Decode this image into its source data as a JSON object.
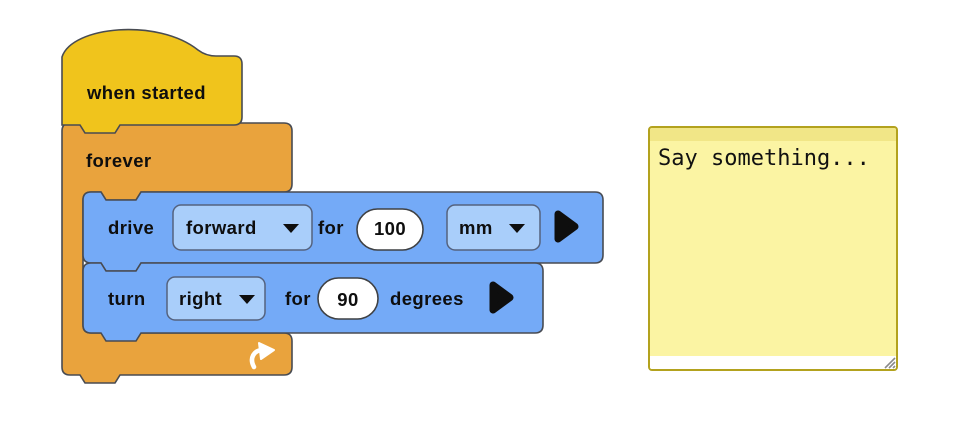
{
  "blocks": {
    "when_started": {
      "label": "when started"
    },
    "forever": {
      "label": "forever"
    },
    "drive": {
      "verb": "drive",
      "direction": "forward",
      "preposition": "for",
      "distance": "100",
      "unit": "mm"
    },
    "turn": {
      "verb": "turn",
      "direction": "right",
      "preposition": "for",
      "angle": "90",
      "unit": "degrees"
    }
  },
  "note": {
    "text": "Say something..."
  },
  "colors": {
    "event_yellow": "#F0C41C",
    "control_orange": "#E9A33D",
    "drivetrain_blue": "#74AAF7",
    "dropdown_light_blue": "#A9CEFA",
    "value_oval_white": "#FFFFFF",
    "note_background": "#FBF4A3",
    "note_header": "#F1E687",
    "note_border": "#B3A21E"
  },
  "icons": {
    "dropdown_arrow": "▼",
    "expand_arrow": "▶",
    "repeat_arrow": "↻",
    "resize_handle": "◢"
  }
}
